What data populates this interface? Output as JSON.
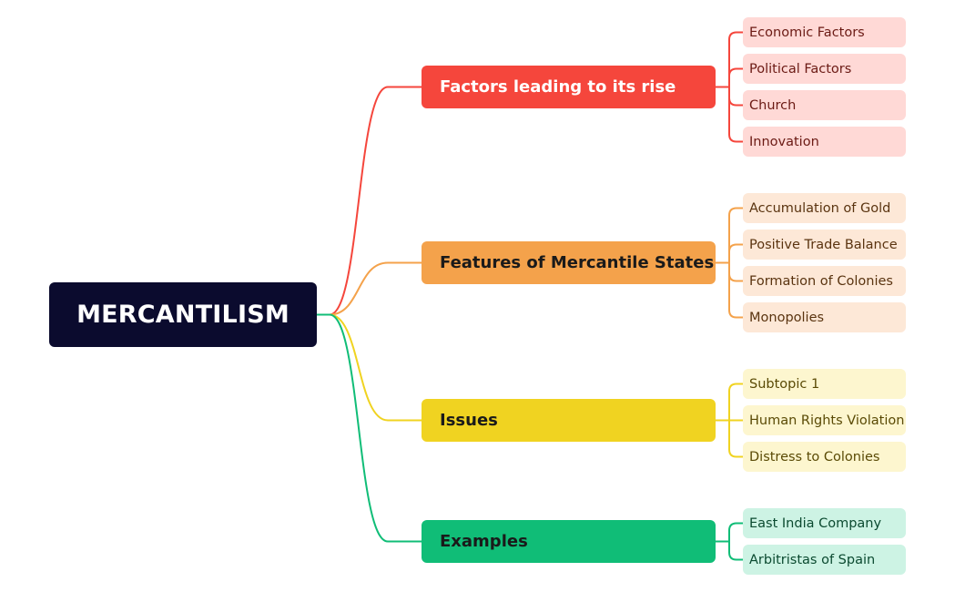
{
  "root": {
    "label": "MERCANTILISM",
    "bg": "#0b0b2e",
    "fg": "#ffffff"
  },
  "branches": [
    {
      "label": "Factors leading to its rise",
      "color": "#f5463c",
      "fg": "#ffffff",
      "leaf_bg": "#ffd9d6",
      "leaf_fg": "#6b1a14",
      "leaves": [
        "Economic Factors",
        "Political Factors",
        "Church",
        "Innovation"
      ]
    },
    {
      "label": "Features of Mercantile States",
      "color": "#f4a24b",
      "fg": "#1a1a1a",
      "leaf_bg": "#fde8d7",
      "leaf_fg": "#5a3410",
      "leaves": [
        "Accumulation of Gold",
        "Positive Trade Balance",
        "Formation of Colonies",
        "Monopolies"
      ]
    },
    {
      "label": "Issues",
      "color": "#f0d321",
      "fg": "#1a1a1a",
      "leaf_bg": "#fdf6cf",
      "leaf_fg": "#5a4a05",
      "leaves": [
        "Subtopic 1",
        "Human Rights Violation",
        "Distress to Colonies"
      ]
    },
    {
      "label": "Examples",
      "color": "#10bd77",
      "fg": "#1a1a1a",
      "leaf_bg": "#cdf3e4",
      "leaf_fg": "#0b4a30",
      "leaves": [
        "East India Company",
        "Arbitristas of Spain"
      ]
    }
  ]
}
